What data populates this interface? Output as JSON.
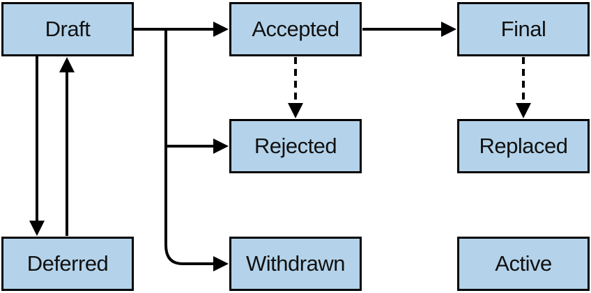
{
  "diagram": {
    "nodes": {
      "draft": "Draft",
      "accepted": "Accepted",
      "final": "Final",
      "rejected": "Rejected",
      "replaced": "Replaced",
      "deferred": "Deferred",
      "withdrawn": "Withdrawn",
      "active": "Active"
    },
    "edges": [
      {
        "from": "Draft",
        "to": "Accepted",
        "style": "solid"
      },
      {
        "from": "Draft",
        "to": "Rejected",
        "style": "solid"
      },
      {
        "from": "Draft",
        "to": "Withdrawn",
        "style": "solid"
      },
      {
        "from": "Draft",
        "to": "Deferred",
        "style": "solid"
      },
      {
        "from": "Deferred",
        "to": "Draft",
        "style": "solid"
      },
      {
        "from": "Accepted",
        "to": "Final",
        "style": "solid"
      },
      {
        "from": "Accepted",
        "to": "Rejected",
        "style": "dashed"
      },
      {
        "from": "Final",
        "to": "Replaced",
        "style": "dashed"
      }
    ],
    "colors": {
      "node_fill": "#b4d3ea",
      "stroke": "#000000"
    }
  }
}
